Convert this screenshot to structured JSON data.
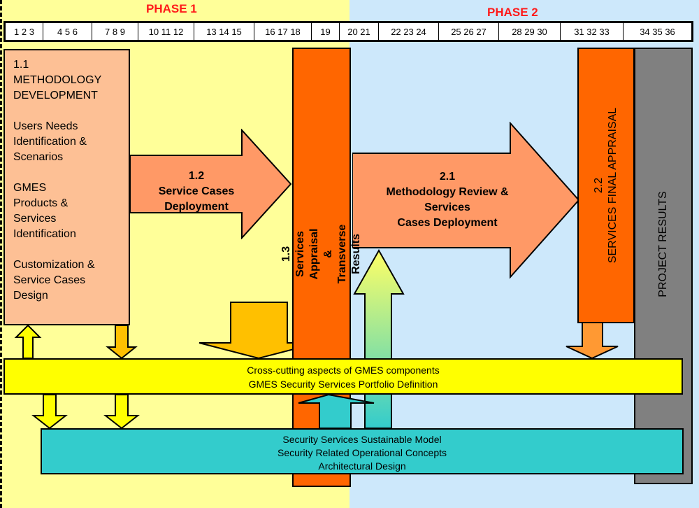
{
  "phases": {
    "phase1": "PHASE 1",
    "phase2": "PHASE 2"
  },
  "months": [
    "1 2 3",
    "4  5  6",
    "7  8  9",
    "10 11 12",
    "13 14 15",
    "16 17 18",
    "19",
    "20 21",
    "22 23 24",
    "25 26 27",
    "28 29  30",
    "31 32 33",
    "34 35 36"
  ],
  "box_11": {
    "title": "1.1\nMETHODOLOGY\nDEVELOPMENT",
    "item1": "Users Needs\nIdentification &\nScenarios",
    "item2": "GMES\nProducts &\nServices\nIdentification",
    "item3": "Customization &\nService Cases\nDesign"
  },
  "arrow_12": {
    "number": "1.2",
    "label": "Service Cases\nDeployment"
  },
  "bar_13": {
    "number": "1.3",
    "label": "Services  Appraisal\n& Transverse Results"
  },
  "arrow_21": {
    "number": "2.1",
    "label": "Methodology Review &\nServices\nCases Deployment"
  },
  "bar_22": {
    "number": "2.2",
    "label": "SERVICES  FINAL APPRAISAL"
  },
  "bar_results": {
    "label": "PROJECT RESULTS"
  },
  "band_cross": {
    "line1": "Cross-cutting aspects of GMES components",
    "line2": "GMES Security Services Portfolio Definition"
  },
  "band_model": {
    "line1": "Security Services Sustainable Model",
    "line2": "Security Related Operational Concepts",
    "line3": "Architectural  Design"
  },
  "colors": {
    "phase1_bg": "#ffff99",
    "phase2_bg": "#cde8fb",
    "box_peach": "#fdc095",
    "arrow_salmon": "#ff9966",
    "bar_orange": "#ff6600",
    "bar_grey": "#808080",
    "band_yellow": "#ffff00",
    "band_teal": "#33cccc",
    "phase_label": "#ff1a1a"
  }
}
